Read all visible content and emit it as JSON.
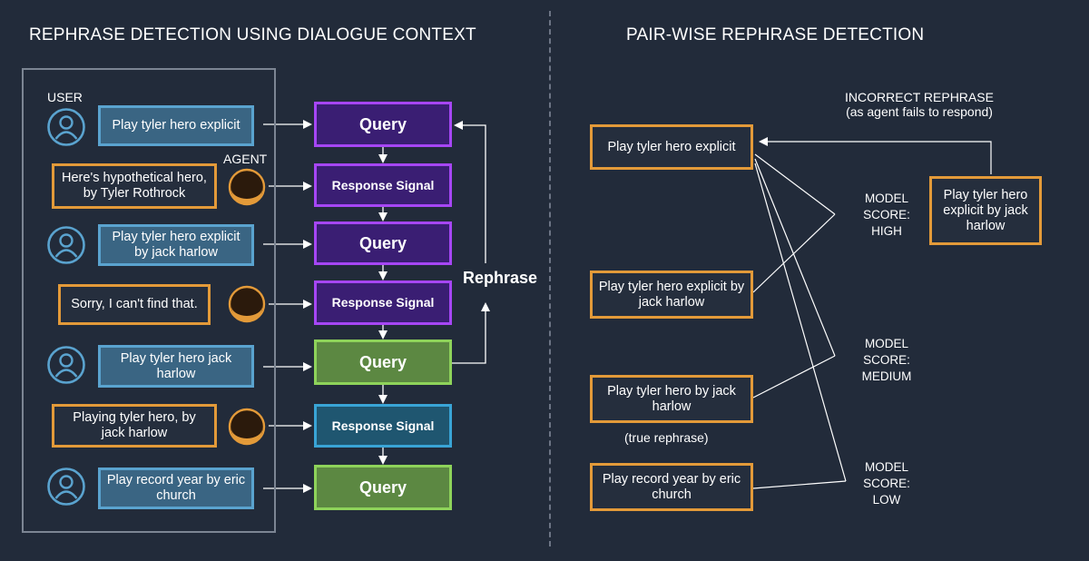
{
  "headings": {
    "left": "REPHRASE DETECTION USING DIALOGUE CONTEXT",
    "right": "PAIR-WISE REPHRASE DETECTION"
  },
  "labels": {
    "user": "USER",
    "agent": "AGENT",
    "rephrase": "Rephrase",
    "incorrect_rephrase_line1": "INCORRECT REPHRASE",
    "incorrect_rephrase_line2": "(as agent fails to respond)",
    "true_rephrase": "(true rephrase)"
  },
  "dialogue": [
    {
      "speaker": "user",
      "text": "Play tyler hero explicit"
    },
    {
      "speaker": "agent",
      "text": "Here's hypothetical hero, by Tyler Rothrock"
    },
    {
      "speaker": "user",
      "text": "Play tyler hero explicit by jack harlow"
    },
    {
      "speaker": "agent",
      "text": "Sorry, I can't find that."
    },
    {
      "speaker": "user",
      "text": "Play tyler hero jack harlow"
    },
    {
      "speaker": "agent",
      "text": "Playing tyler hero, by jack harlow"
    },
    {
      "speaker": "user",
      "text": "Play record year by eric church"
    }
  ],
  "signals": [
    {
      "text": "Query",
      "style": "purple"
    },
    {
      "text": "Response Signal",
      "style": "purple"
    },
    {
      "text": "Query",
      "style": "purple"
    },
    {
      "text": "Response Signal",
      "style": "purple"
    },
    {
      "text": "Query",
      "style": "green"
    },
    {
      "text": "Response Signal",
      "style": "blue"
    },
    {
      "text": "Query",
      "style": "green"
    }
  ],
  "pairwise": {
    "anchor": "Play tyler hero explicit",
    "candidates": [
      "Play tyler hero explicit by jack harlow",
      "Play tyler hero by jack harlow",
      "Play record year by eric church"
    ],
    "incorrect": "Play tyler hero explicit by jack harlow",
    "scores": [
      {
        "line1": "MODEL",
        "line2": "SCORE:",
        "line3": "HIGH"
      },
      {
        "line1": "MODEL",
        "line2": "SCORE:",
        "line3": "MEDIUM"
      },
      {
        "line1": "MODEL",
        "line2": "SCORE:",
        "line3": "LOW"
      }
    ]
  },
  "colors": {
    "background": "#222b3a",
    "user_border": "#5aa3cf",
    "agent_border": "#e39a39",
    "purple": "#a646f5",
    "green": "#8ed35a",
    "blue": "#39a4d6"
  },
  "icons": [
    "user-icon",
    "agent-device-icon"
  ]
}
